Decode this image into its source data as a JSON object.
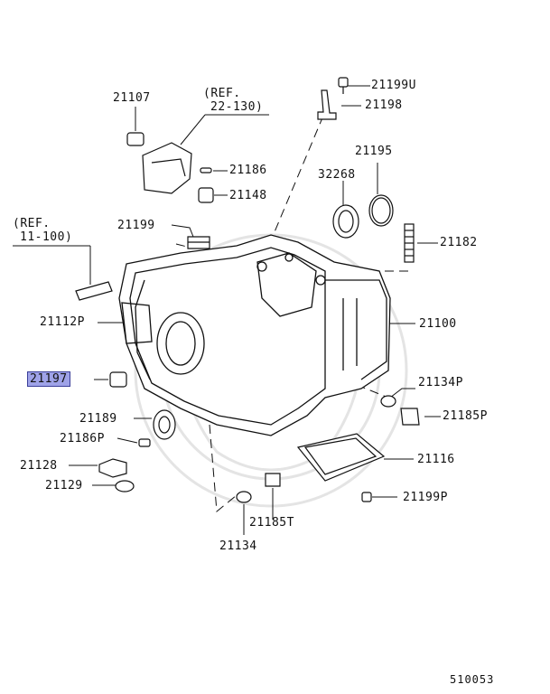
{
  "references": [
    {
      "id": "ref1",
      "line1": "(REF.",
      "line2": "22-130)"
    },
    {
      "id": "ref2",
      "line1": "(REF.",
      "line2": "11-100)"
    }
  ],
  "parts": [
    {
      "id": "p21199u",
      "label": "21199U"
    },
    {
      "id": "p21198",
      "label": "21198"
    },
    {
      "id": "p21107",
      "label": "21107"
    },
    {
      "id": "p21195",
      "label": "21195"
    },
    {
      "id": "p21186",
      "label": "21186"
    },
    {
      "id": "p32268",
      "label": "32268"
    },
    {
      "id": "p21148",
      "label": "21148"
    },
    {
      "id": "p21199",
      "label": "21199"
    },
    {
      "id": "p21182",
      "label": "21182"
    },
    {
      "id": "p21112p",
      "label": "21112P"
    },
    {
      "id": "p21100",
      "label": "21100"
    },
    {
      "id": "p21197",
      "label": "21197",
      "highlighted": true
    },
    {
      "id": "p21134p",
      "label": "21134P"
    },
    {
      "id": "p21189",
      "label": "21189"
    },
    {
      "id": "p21185p",
      "label": "21185P"
    },
    {
      "id": "p21186p",
      "label": "21186P"
    },
    {
      "id": "p21116",
      "label": "21116"
    },
    {
      "id": "p21128",
      "label": "21128"
    },
    {
      "id": "p21129",
      "label": "21129"
    },
    {
      "id": "p21199p",
      "label": "21199P"
    },
    {
      "id": "p21185t",
      "label": "21185T"
    },
    {
      "id": "p21134",
      "label": "21134"
    }
  ],
  "diagram_code": "510053",
  "colors": {
    "line": "#111111",
    "highlight": "#9fa3e8",
    "watermark": "#e6e6e6"
  }
}
